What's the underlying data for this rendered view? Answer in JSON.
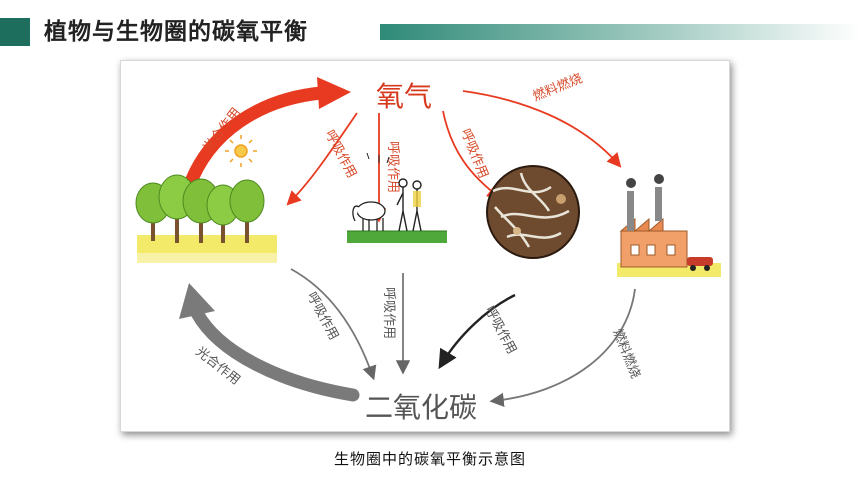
{
  "title": "植物与生物圈的碳氧平衡",
  "caption": "生物圈中的碳氧平衡示意图",
  "nodes": {
    "oxygen": "氧气",
    "co2": "二氧化碳"
  },
  "labels": {
    "photosynthesis_top": "光合作用",
    "respiration_plants_top": "呼吸作用",
    "respiration_animals_top": "呼吸作用",
    "respiration_decomposers_top": "呼吸作用",
    "fuel_combustion_top": "燃料燃烧",
    "respiration_plants_bottom": "呼吸作用",
    "respiration_animals_bottom": "呼吸作用",
    "respiration_decomposers_bottom": "呼吸作用",
    "fuel_combustion_bottom": "燃料燃烧",
    "photosynthesis_bottom": "光合作用"
  },
  "colors": {
    "accent": "#1e6e5e",
    "arrow_red": "#e83a20",
    "label_red": "#d84a2a",
    "arrow_gray": "#777777"
  }
}
